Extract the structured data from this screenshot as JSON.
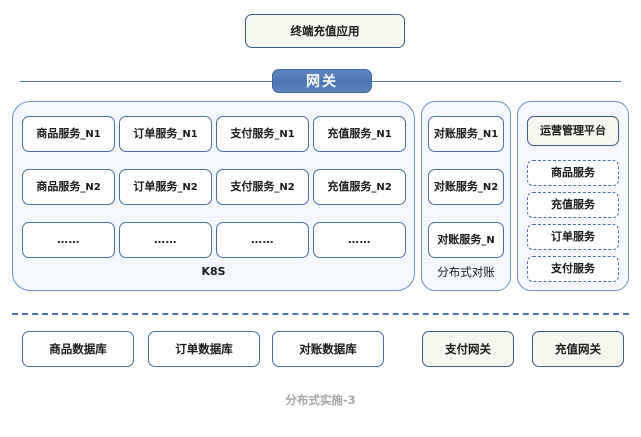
{
  "diagram": {
    "caption": "分布式实施-3",
    "colors": {
      "accent_blue": "#4a77b4",
      "border_blue": "#4a6fa5",
      "cream_fill": "#f7f6ef",
      "panel_fill": "#f4f7fb",
      "caption_gray": "#a6a6a6"
    }
  },
  "terminal": {
    "label": "终端充值应用"
  },
  "gateway": {
    "label": "网关"
  },
  "k8s": {
    "caption": "K8S",
    "columns": [
      {
        "name": "product-service",
        "nodes": [
          {
            "base": "商品服务",
            "suffix": "_N1"
          },
          {
            "base": "商品服务",
            "suffix": "_N2"
          },
          {
            "base": "……",
            "suffix": ""
          }
        ]
      },
      {
        "name": "order-service",
        "nodes": [
          {
            "base": "订单服务",
            "suffix": "_N1"
          },
          {
            "base": "订单服务",
            "suffix": "_N2"
          },
          {
            "base": "……",
            "suffix": ""
          }
        ]
      },
      {
        "name": "payment-service",
        "nodes": [
          {
            "base": "支付服务",
            "suffix": "_N1"
          },
          {
            "base": "支付服务",
            "suffix": "_N2"
          },
          {
            "base": "……",
            "suffix": ""
          }
        ]
      },
      {
        "name": "recharge-service",
        "nodes": [
          {
            "base": "充值服务",
            "suffix": "_N1"
          },
          {
            "base": "充值服务",
            "suffix": "_N2"
          },
          {
            "base": "……",
            "suffix": ""
          }
        ]
      }
    ]
  },
  "reconciliation": {
    "caption": "分布式对账",
    "nodes": [
      {
        "base": "对账服务",
        "suffix": "_N1"
      },
      {
        "base": "对账服务",
        "suffix": "_N2"
      },
      {
        "base": "对账服务",
        "suffix": "_N"
      }
    ]
  },
  "ops_platform": {
    "title": "运营管理平台",
    "modules": [
      {
        "label": "商品服务"
      },
      {
        "label": "充值服务"
      },
      {
        "label": "订单服务"
      },
      {
        "label": "支付服务"
      }
    ]
  },
  "databases": [
    {
      "label": "商品数据库"
    },
    {
      "label": "订单数据库"
    },
    {
      "label": "对账数据库"
    }
  ],
  "external_gateways": [
    {
      "label": "支付网关"
    },
    {
      "label": "充值网关"
    }
  ]
}
